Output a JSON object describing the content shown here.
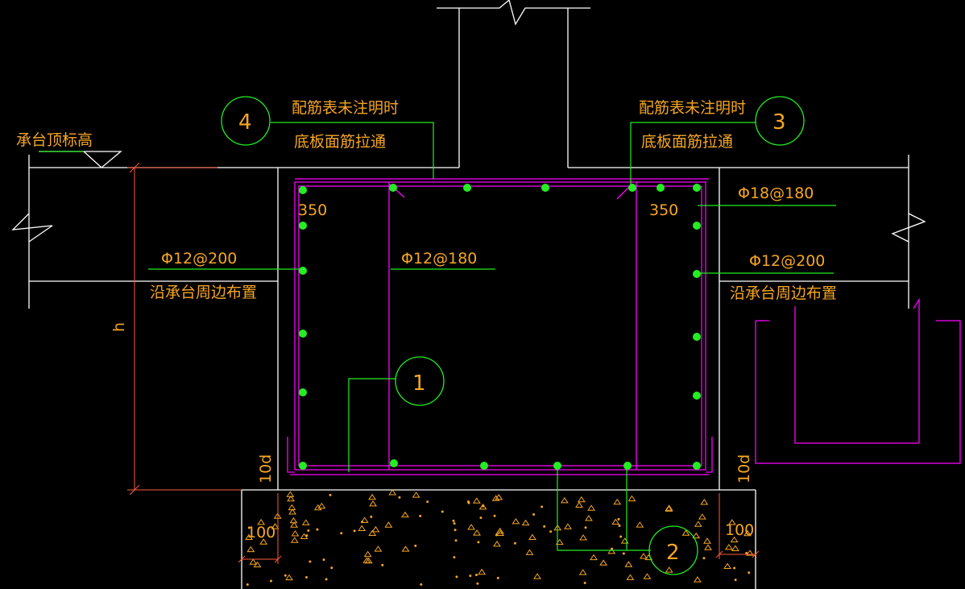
{
  "labels": {
    "top_elevation": "承台顶标高",
    "note_left_line1": "配筋表未注明时",
    "note_left_line2": "底板面筋拉通",
    "note_right_line1": "配筋表未注明时",
    "note_right_line2": "底板面筋拉通",
    "rebar_side_left": "Φ12@200",
    "perimeter_left": "沿承台周边布置",
    "rebar_middle": "Φ12@180",
    "rebar_top_right": "Φ18@180",
    "rebar_side_right": "Φ12@200",
    "perimeter_right": "沿承台周边布置"
  },
  "dimensions": {
    "cover_left": "350",
    "cover_right": "350",
    "height": "h",
    "anchor_left": "10d",
    "anchor_right": "10d",
    "bedding_left": "100",
    "bedding_right": "100"
  },
  "callouts": {
    "one": "1",
    "two": "2",
    "three": "3",
    "four": "4"
  },
  "colors": {
    "background": "#000000",
    "concrete_line": "#ffffff",
    "rebar_line": "#ff00ff",
    "rebar_dot": "#22ee22",
    "leader_line": "#22ee22",
    "text": "#f5a623",
    "dimension_line": "#ff5a3c"
  }
}
